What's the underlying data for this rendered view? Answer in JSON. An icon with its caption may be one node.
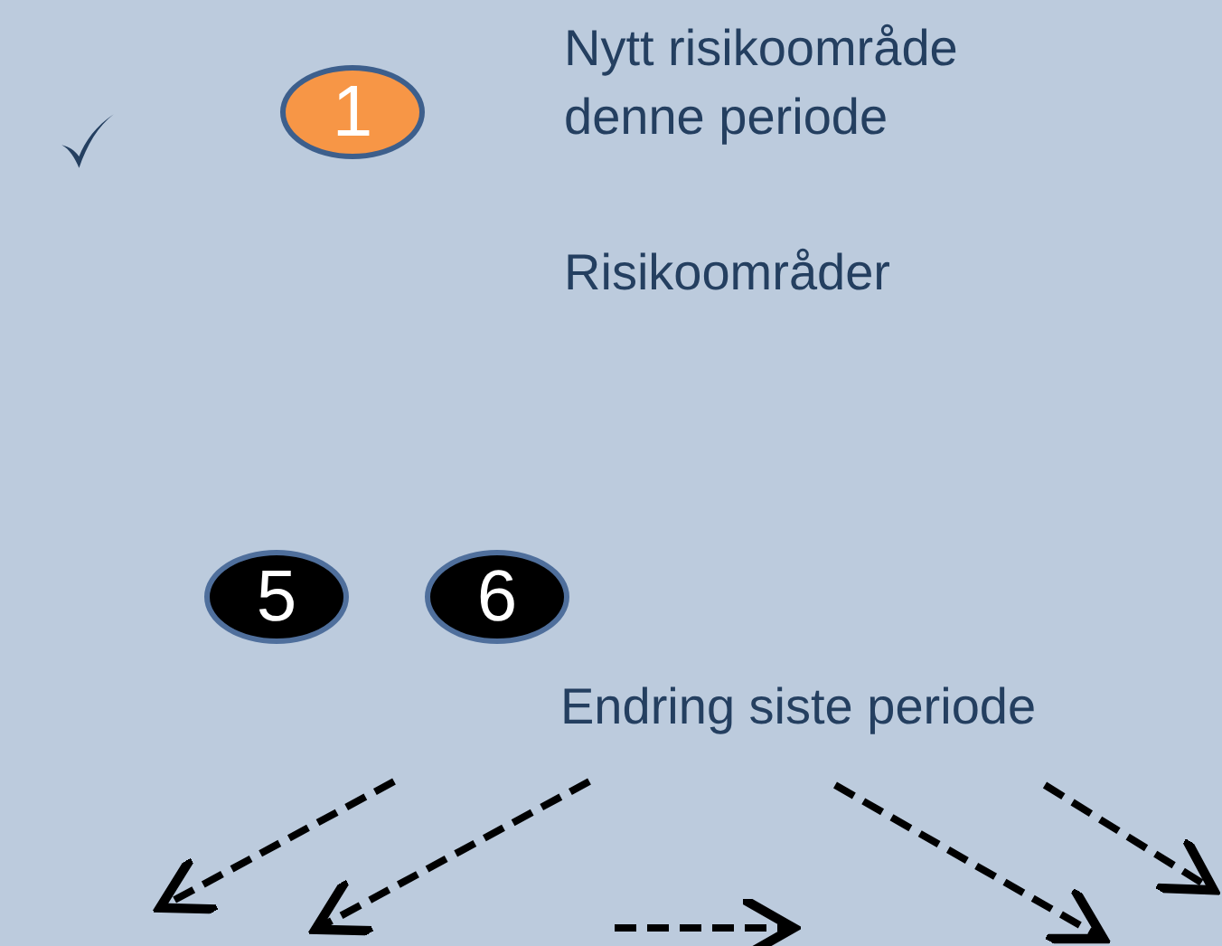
{
  "diagram": {
    "nodes": [
      {
        "text": [
          "1"
        ],
        "beside": [
          "Nytt risikoområde denne periode"
        ]
      },
      {
        "text": [
          "5"
        ]
      },
      {
        "text": [
          "6"
        ]
      }
    ],
    "labels": [
      "Risikoområder",
      "Endring siste periode"
    ]
  }
}
